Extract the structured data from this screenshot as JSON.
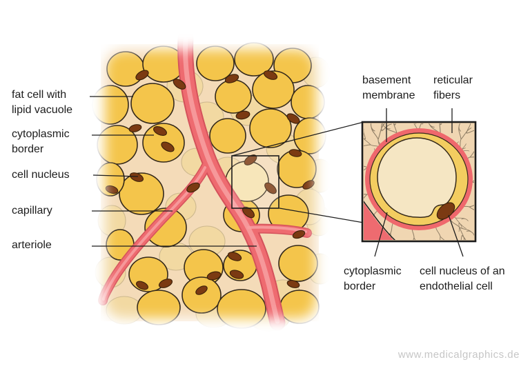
{
  "main_labels": {
    "fat_cell": {
      "line1": "fat cell with",
      "line2": "lipid vacuole"
    },
    "cytoplasmic_border": {
      "line1": "cytoplasmic",
      "line2": "border"
    },
    "cell_nucleus": {
      "line1": "cell nucleus"
    },
    "capillary": {
      "line1": "capillary"
    },
    "arteriole": {
      "line1": "arteriole"
    }
  },
  "inset_labels": {
    "basement_membrane": {
      "line1": "basement",
      "line2": "membrane"
    },
    "reticular_fibers": {
      "line1": "reticular",
      "line2": "fibers"
    },
    "cytoplasmic_border": {
      "line1": "cytoplasmic",
      "line2": "border"
    },
    "endothelial_nucleus": {
      "line1": "cell nucleus of an",
      "line2": "endothelial cell"
    }
  },
  "watermark": "www.medicalgraphics.de",
  "colors": {
    "fat_cell": "#f4c54b",
    "fat_cell_pale": "#f2d9a2",
    "fat_cell_highlight": "#f6e2ad",
    "cell_outline": "#33281a",
    "pale_outline": "#cdb88e",
    "tissue_bg": "#f4dbb8",
    "vessel_edge": "#d4525b",
    "vessel_main": "#ee6b70",
    "vessel_highlight": "#f7a0a1",
    "nucleus": "#7b3a12",
    "nucleus_outline": "#3a2008",
    "inset_bg": "#f0d6b2",
    "fiber": "#8d7c64",
    "basement_membrane": "#ef686c",
    "cytoplasm": "#f3cd60",
    "lumen": "#f5e6c3",
    "line": "#1c1c1c",
    "label_text": "#1c1c1c",
    "watermark": "#c6c6c6"
  }
}
